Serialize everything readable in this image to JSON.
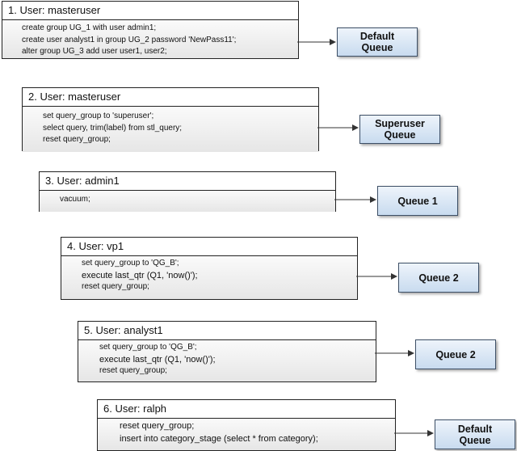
{
  "steps": [
    {
      "title": "1. User: masteruser",
      "lines": [
        "create group UG_1 with user admin1;",
        "create user analyst1 in group UG_2 password 'NewPass11';",
        "alter group UG_3 add user user1, user2;"
      ],
      "queue": [
        "Default",
        "Queue"
      ]
    },
    {
      "title": "2. User: masteruser",
      "lines": [
        "set query_group to 'superuser';",
        "select query, trim(label) from stl_query;",
        "reset query_group;"
      ],
      "queue": [
        "Superuser",
        "Queue"
      ]
    },
    {
      "title": "3. User: admin1",
      "lines": [
        "vacuum;"
      ],
      "queue": [
        "Queue 1"
      ]
    },
    {
      "title": "4. User: vp1",
      "lines": [
        "set query_group to 'QG_B';",
        "execute last_qtr (Q1, 'now()');",
        "reset query_group;"
      ],
      "queue": [
        "Queue 2"
      ]
    },
    {
      "title": "5. User: analyst1",
      "lines": [
        "set query_group to 'QG_B';",
        "execute last_qtr (Q1, 'now()');",
        "reset query_group;"
      ],
      "queue": [
        "Queue 2"
      ]
    },
    {
      "title": "6. User: ralph",
      "lines": [
        "reset query_group;",
        "insert into category_stage (select * from category);"
      ],
      "queue": [
        "Default",
        "Queue"
      ]
    }
  ]
}
